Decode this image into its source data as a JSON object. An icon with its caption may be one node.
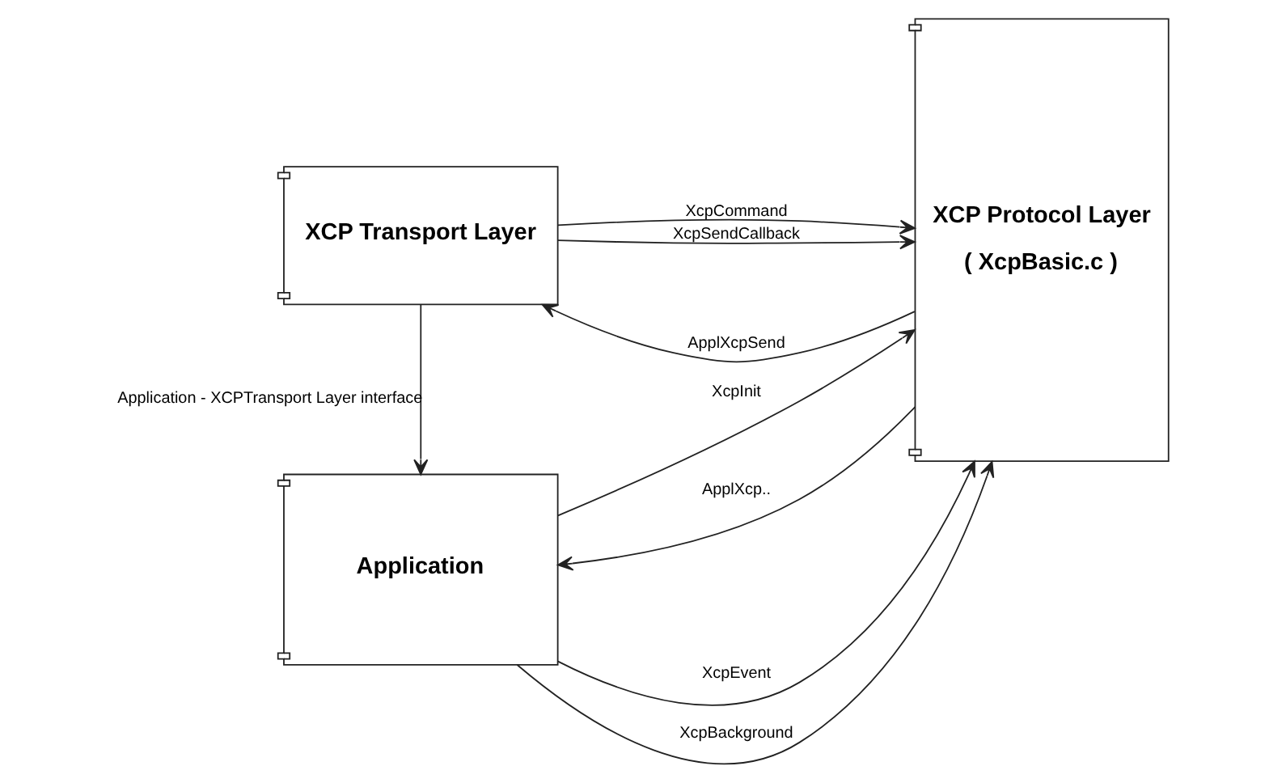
{
  "diagram": {
    "nodes": [
      {
        "text": [
          "XCP Transport Layer"
        ]
      },
      {
        "text": [
          "XCP Protocol Layer",
          "( XcpBasic.c )"
        ]
      },
      {
        "text": [
          "Application"
        ]
      }
    ],
    "edges": [
      {
        "from": 0,
        "to": 1,
        "arrow": "to",
        "label": "XcpCommand"
      },
      {
        "from": 1,
        "to": 0,
        "arrow": "to",
        "label": "ApplXcpSend"
      },
      {
        "from": 0,
        "to": 1,
        "arrow": "to",
        "label": "XcpSendCallback"
      },
      {
        "from": 0,
        "to": 2,
        "arrow": "to",
        "label": "Application - XCPTransport Layer interface"
      },
      {
        "from": 2,
        "to": 1,
        "arrow": "to",
        "label": "XcpEvent"
      },
      {
        "from": 2,
        "to": 1,
        "arrow": "to",
        "label": "XcpInit"
      },
      {
        "from": 2,
        "to": 1,
        "arrow": "to",
        "label": "XcpBackground"
      },
      {
        "from": 1,
        "to": 2,
        "arrow": "to",
        "label": "ApplXcp.."
      }
    ]
  }
}
